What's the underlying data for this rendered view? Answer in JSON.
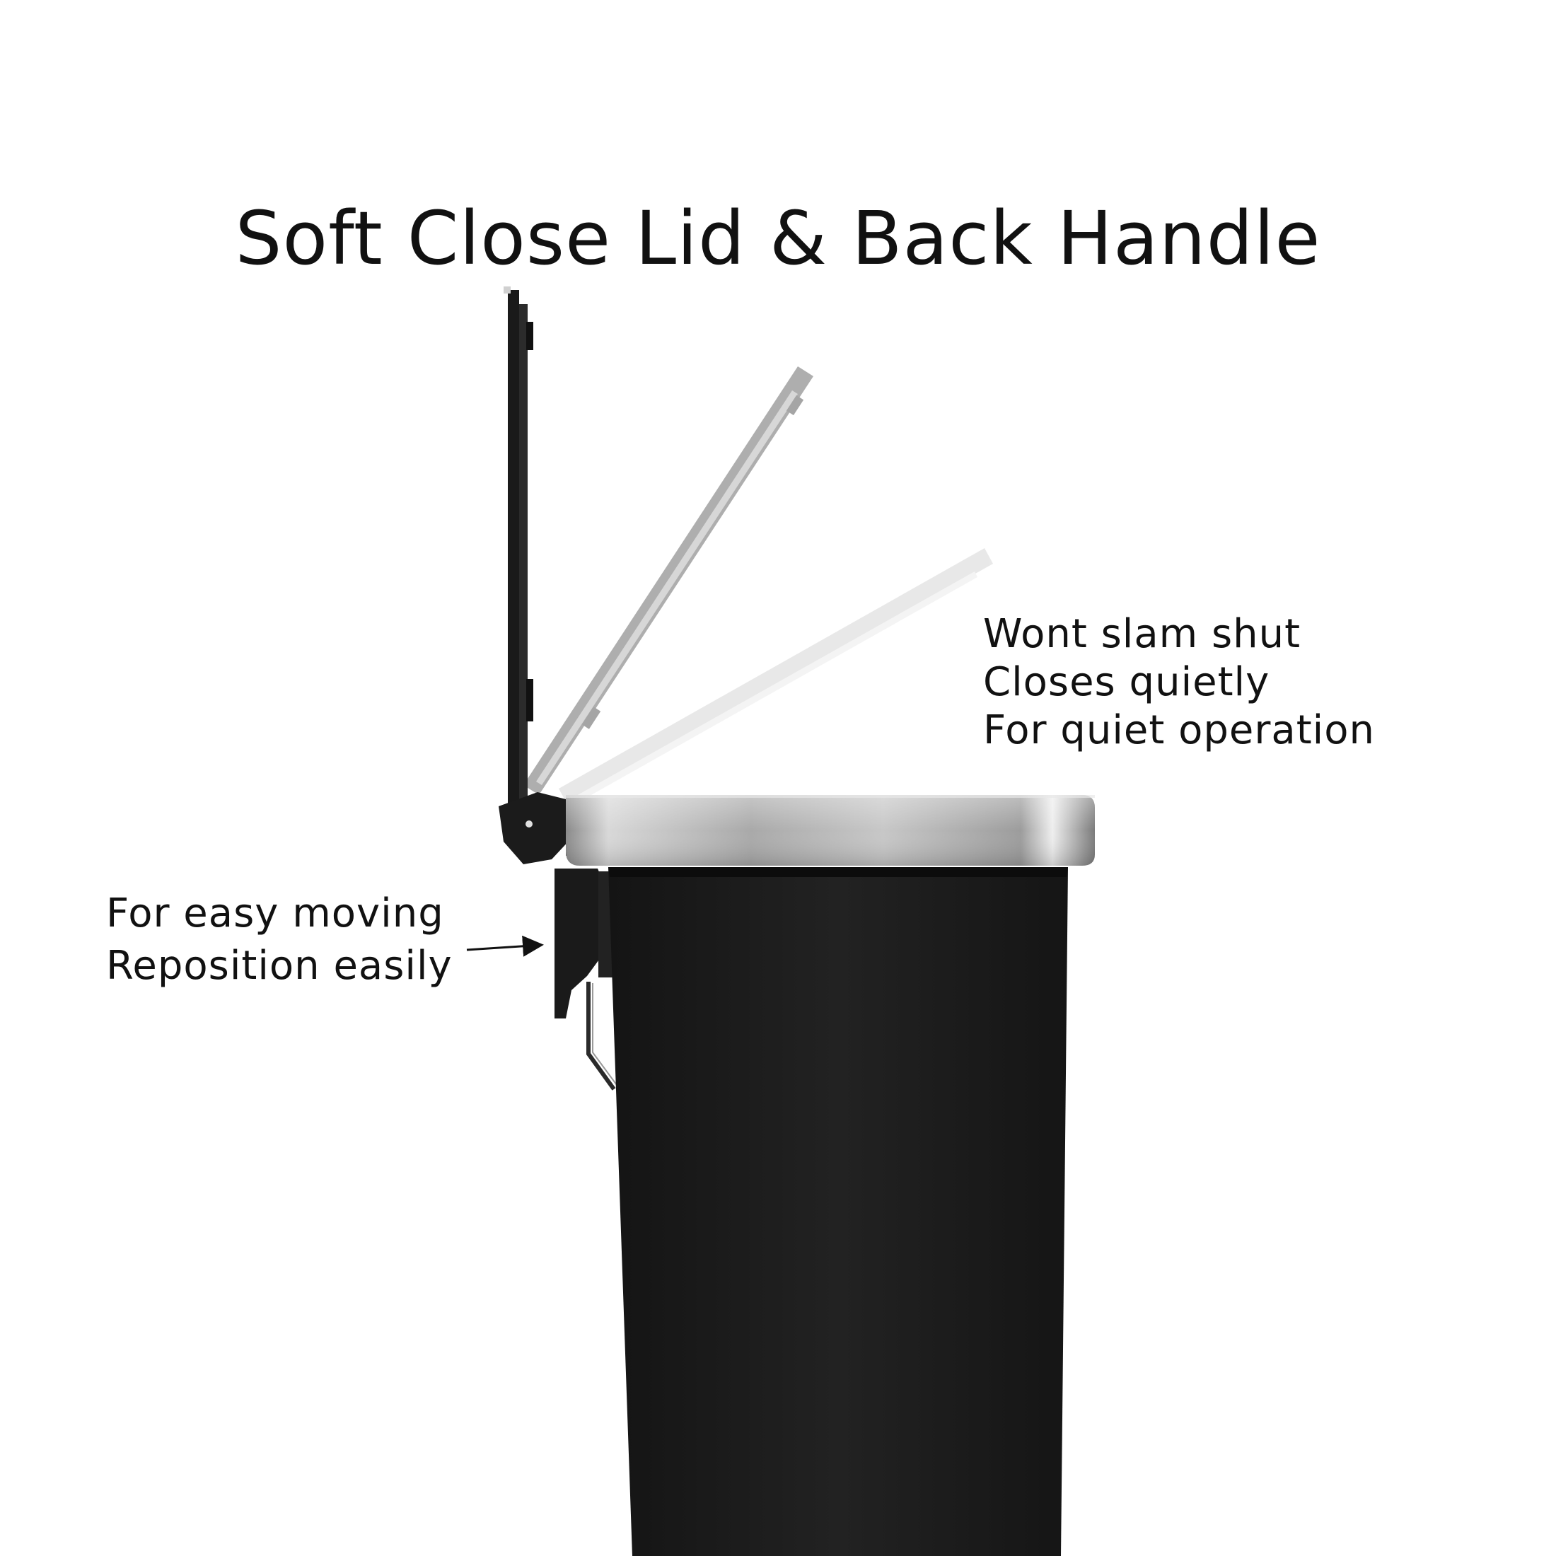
{
  "title": "Soft Close Lid & Back Handle",
  "lid_callout": {
    "lines": [
      "Wont slam shut",
      "Closes quietly",
      "For quiet operation"
    ]
  },
  "handle_callout": {
    "lines": [
      "For easy moving",
      "Reposition easily"
    ]
  },
  "colors": {
    "background": "#ffffff",
    "text": "#111111",
    "bin_body": "#1c1c1c",
    "rim_steel": "#b9b9b9"
  }
}
